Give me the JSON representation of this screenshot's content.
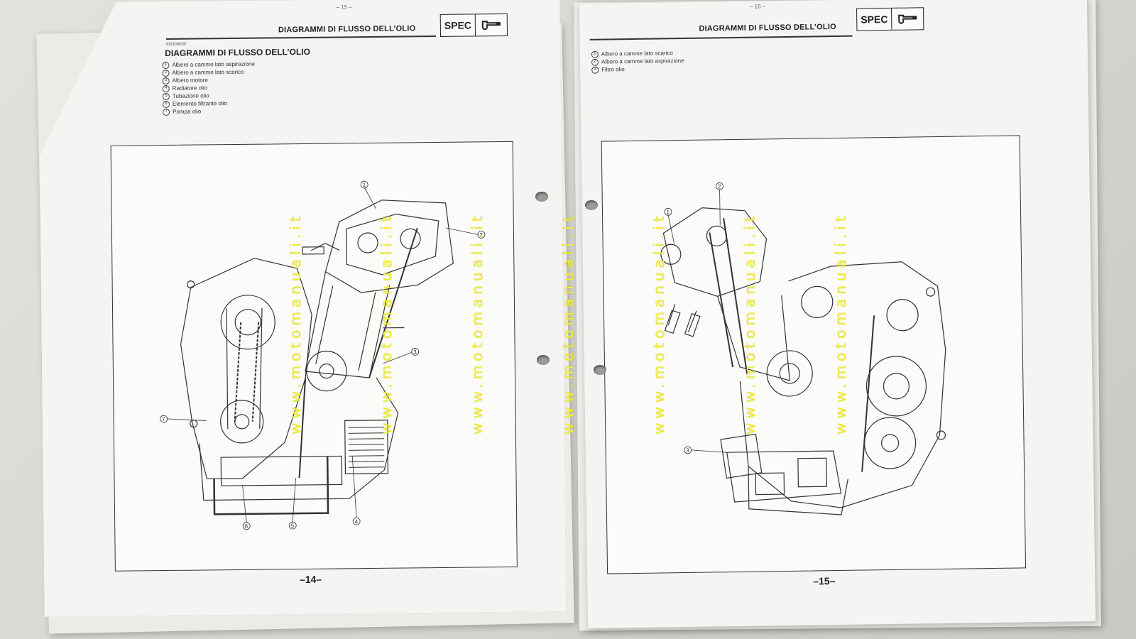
{
  "left_page": {
    "top_page_label": "– 15 –",
    "header_title": "DIAGRAMMI DI FLUSSO DELL’OLIO",
    "spec_label": "SPEC",
    "small_label": "EB300000",
    "section_title": "DIAGRAMMI DI FLUSSO DELL’OLIO",
    "legend": [
      {
        "num": "1",
        "text": "Albero a camme lato aspirazione"
      },
      {
        "num": "2",
        "text": "Albero a camme lato scarico"
      },
      {
        "num": "3",
        "text": "Albero motore"
      },
      {
        "num": "4",
        "text": "Radiatore olio"
      },
      {
        "num": "5",
        "text": "Tubazione olio"
      },
      {
        "num": "6",
        "text": "Elemento filtrante olio"
      },
      {
        "num": "7",
        "text": "Pompa olio"
      }
    ],
    "callouts": [
      "1",
      "2",
      "3",
      "4",
      "5",
      "6",
      "7"
    ],
    "page_number": "–14–"
  },
  "right_page": {
    "top_page_label": "– 16 –",
    "header_title": "DIAGRAMMI DI FLUSSO DELL’OLIO",
    "spec_label": "SPEC",
    "legend": [
      {
        "num": "1",
        "text": "Albero a camme lato scarico"
      },
      {
        "num": "2",
        "text": "Albero a camme lato aspirazione"
      },
      {
        "num": "3",
        "text": "Filtro olio"
      }
    ],
    "callouts": [
      "1",
      "2",
      "3"
    ],
    "page_number": "–15–"
  },
  "watermark_text": "www.motomanuali.it",
  "colors": {
    "watermark": "#f2ef3a",
    "paper": "#f4f4f2",
    "ink": "#222222"
  },
  "icons": [
    "spec-wrench-icon",
    "punch-hole"
  ]
}
